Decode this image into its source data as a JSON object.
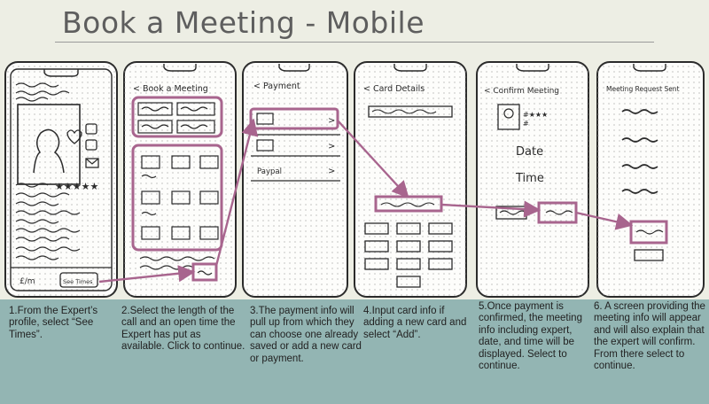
{
  "page": {
    "title": "Book a Meeting - Mobile"
  },
  "screens": [
    {
      "heading": "",
      "labels": [
        "£/m",
        "See Times"
      ]
    },
    {
      "heading": "< Book a Meeting",
      "labels": []
    },
    {
      "heading": "< Payment",
      "labels": [
        "Paypal"
      ]
    },
    {
      "heading": "< Card Details",
      "labels": []
    },
    {
      "heading": "< Confirm Meeting",
      "labels": [
        "Date",
        "Time"
      ]
    },
    {
      "heading": "Meeting Request Sent",
      "labels": []
    }
  ],
  "captions": [
    "1.From the Expert’s profile, select “See Times”.",
    "2.Select the length of the call and an open time the Expert has put as available. Click to continue.",
    "3.The payment info will pull up from which they can choose one already saved or add a new card or payment.",
    "4.Input card info if adding a new card and select “Add”.",
    "5.Once payment is confirmed, the meeting info including expert, date, and time will be displayed. Select to continue.",
    "6. A screen providing  the  meeting info will appear and will also explain that the expert will confirm. From there select to continue."
  ],
  "colors": {
    "accent": "#a8658e",
    "footer": "#93b5b3",
    "background": "#edeee4",
    "pencil": "#2b2b2b"
  }
}
